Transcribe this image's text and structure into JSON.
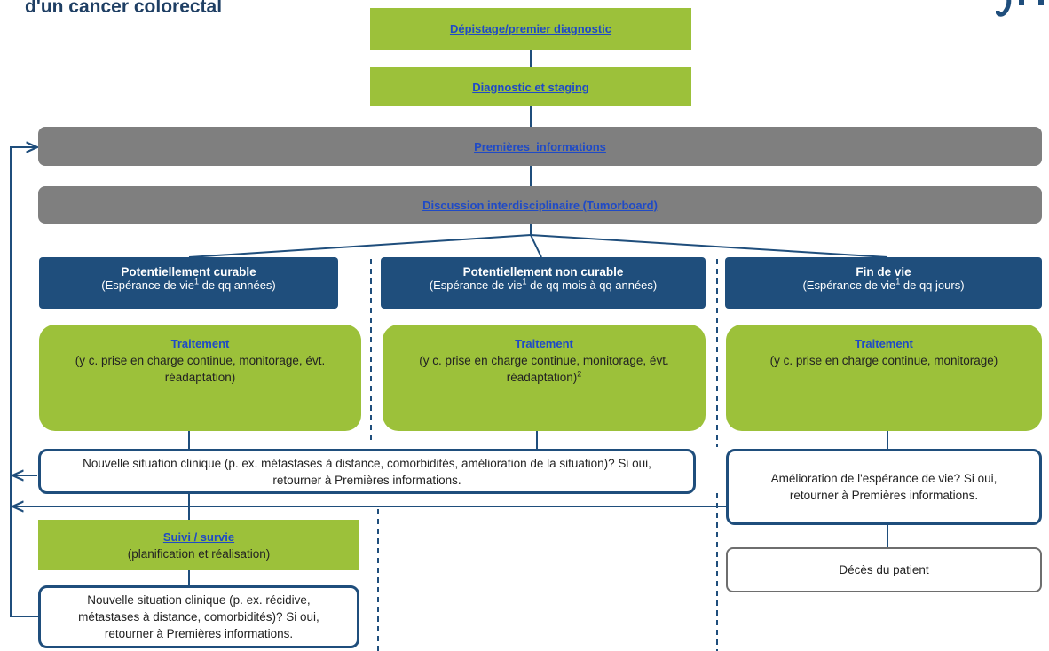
{
  "header": {
    "title": "d'un cancer colorectal",
    "logo_text": "Ŋ̃ F"
  },
  "top": {
    "screening": "Dépistage/premier diagnostic",
    "staging": "Diagnostic et staging",
    "first_info": "Premières  informations",
    "tumorboard": "Discussion interdisciplinaire (Tumorboard)"
  },
  "columns": [
    {
      "title": "Potentiellement curable",
      "sub_pre": "(Espérance de vie",
      "sup": "1",
      "sub_post": " de qq années)",
      "treatment_label": "Traitement",
      "treatment_text": "(y c. prise en charge continue, monitorage, évt. réadaptation)",
      "treatment_sup": ""
    },
    {
      "title": "Potentiellement non curable",
      "sub_pre": "(Espérance de vie",
      "sup": "1",
      "sub_post": " de qq mois à qq années)",
      "treatment_label": "Traitement",
      "treatment_text": "(y c. prise en charge continue, monitorage, évt. réadaptation)",
      "treatment_sup": "2"
    },
    {
      "title": "Fin de vie",
      "sub_pre": "(Espérance de vie",
      "sup": "1",
      "sub_post": " de qq jours)",
      "treatment_label": "Traitement",
      "treatment_text": "(y c. prise en charge continue, monitorage)",
      "treatment_sup": ""
    }
  ],
  "new_situation": "Nouvelle situation clinique (p. ex. métastases à distance, comorbidités, amélioration de la situation)? Si oui, retourner à Premières informations.",
  "improvement": "Amélioration de l'espérance de vie? Si oui, retourner à Premières informations.",
  "followup": {
    "label": "Suivi / survie",
    "text": "(planification et réalisation)"
  },
  "recurrence": "Nouvelle situation clinique (p. ex. récidive, métastases à distance, comorbidités)? Si oui, retourner à Premières informations.",
  "death": "Décès du patient",
  "colors": {
    "green": "#9cc13a",
    "gray": "#7f7f7f",
    "navy": "#1f4e7c",
    "link": "#1f4ac6"
  }
}
